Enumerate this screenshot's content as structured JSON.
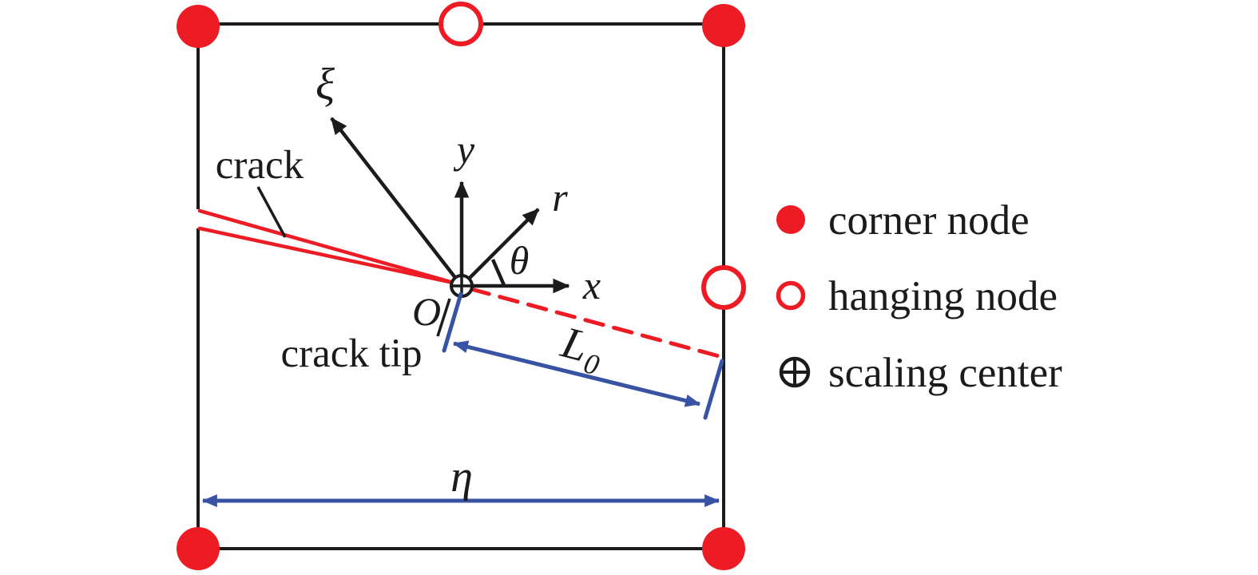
{
  "figure": {
    "title": "SBFEM cracked square subdomain diagram",
    "colors": {
      "node_red": "#ed1c24",
      "crack_red": "#ed1c24",
      "dimension_blue": "#3853a4",
      "line_black": "#1b1b1b",
      "background": "#ffffff"
    },
    "labels": {
      "crack": "crack",
      "crack_tip": "crack tip",
      "origin": "O",
      "axis_x": "x",
      "axis_y": "y",
      "axis_r": "r",
      "axis_xi": "ξ",
      "theta": "θ",
      "eta": "η",
      "L0_main": "L",
      "L0_sub": "0"
    },
    "legend": [
      {
        "marker": "corner-node-marker",
        "label": "corner node"
      },
      {
        "marker": "hanging-node-marker",
        "label": "hanging node"
      },
      {
        "marker": "scaling-center-marker",
        "label": "scaling center"
      }
    ]
  }
}
